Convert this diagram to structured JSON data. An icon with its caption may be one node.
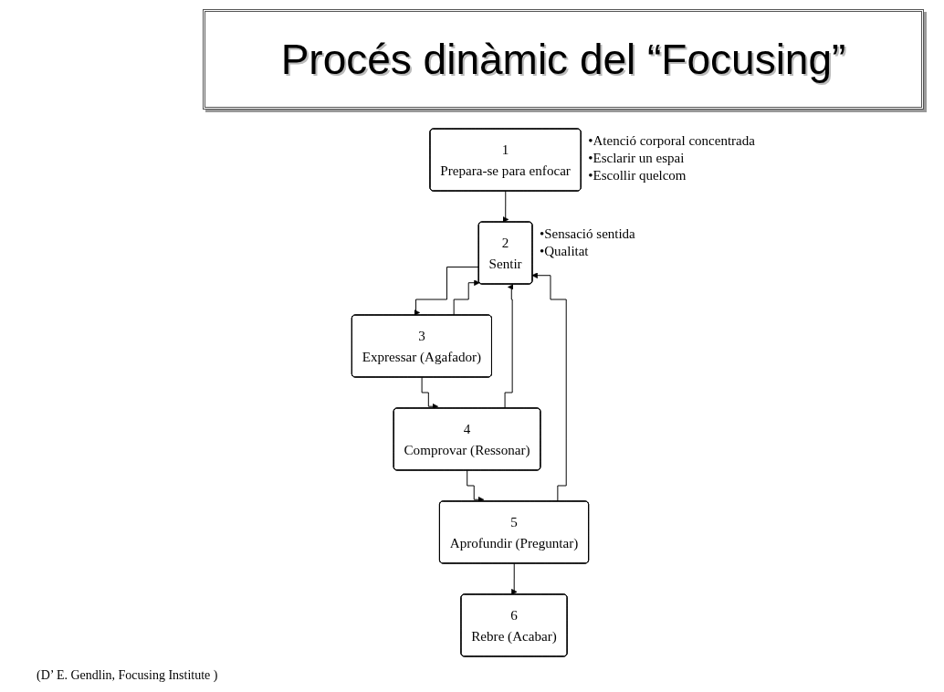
{
  "diagram": {
    "title": "Procés dinàmic del “Focusing”",
    "caption": "(D’ E. Gendlin, Focusing Institute )",
    "nodes": [
      {
        "text": [
          "1",
          "Prepara-se para enfocar"
        ],
        "beside": [
          "•Atenció corporal concentrada",
          "•Esclarir un espai",
          "•Escollir quelcom"
        ]
      },
      {
        "text": [
          "2",
          "Sentir"
        ],
        "beside": [
          "•Sensació sentida",
          "•Qualitat"
        ]
      },
      {
        "text": [
          "3",
          "Expressar (Agafador)"
        ]
      },
      {
        "text": [
          "4",
          "Comprovar (Ressonar)"
        ]
      },
      {
        "text": [
          "5",
          "Aprofundir (Preguntar)"
        ]
      },
      {
        "text": [
          "6",
          "Rebre (Acabar)"
        ]
      }
    ],
    "edges": [
      {
        "from": 0,
        "to": 1,
        "arrow": "to"
      },
      {
        "from": 1,
        "to": 2,
        "arrow": "to"
      },
      {
        "from": 2,
        "to": 3,
        "arrow": "to"
      },
      {
        "from": 3,
        "to": 4,
        "arrow": "to"
      },
      {
        "from": 4,
        "to": 5,
        "arrow": "to"
      },
      {
        "from": 2,
        "to": 1,
        "arrow": "to"
      },
      {
        "from": 3,
        "to": 1,
        "arrow": "to"
      },
      {
        "from": 4,
        "to": 1,
        "arrow": "to"
      }
    ]
  }
}
